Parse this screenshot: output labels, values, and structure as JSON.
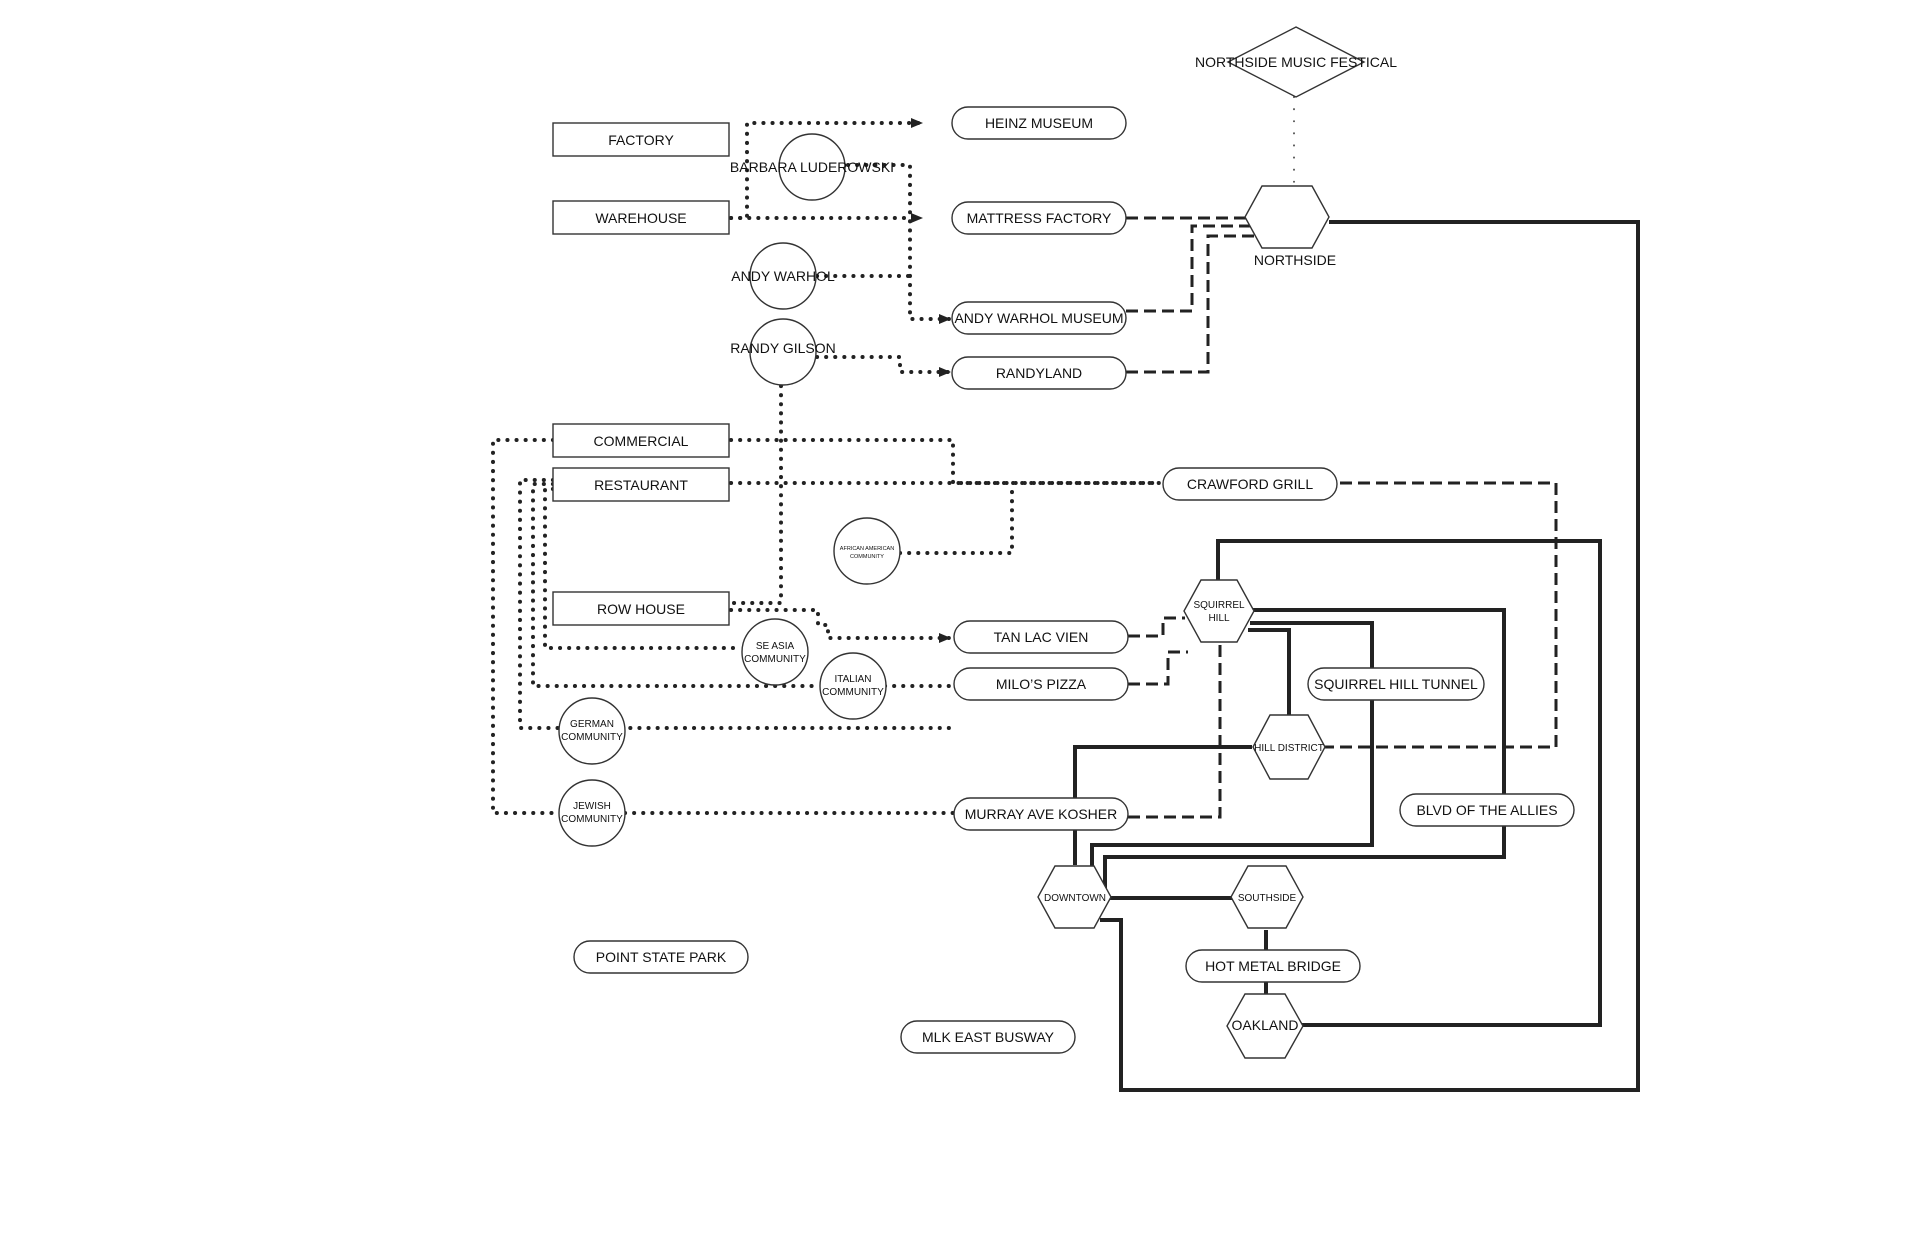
{
  "nodes": {
    "factory": "FACTORY",
    "warehouse": "WAREHOUSE",
    "commercial": "COMMERCIAL",
    "restaurant": "RESTAURANT",
    "row_house": "ROW HOUSE",
    "heinz_museum": "HEINZ MUSEUM",
    "mattress_factory": "MATTRESS FACTORY",
    "andy_warhol_museum": "ANDY WARHOL MUSEUM",
    "randyland": "RANDYLAND",
    "crawford_grill": "CRAWFORD GRILL",
    "tan_lac_vien": "TAN LAC VIEN",
    "milos_pizza": "MILO’S PIZZA",
    "murray_ave_kosher": "MURRAY AVE KOSHER",
    "squirrel_hill_tunnel": "SQUIRREL HILL TUNNEL",
    "blvd_of_the_allies": "BLVD OF THE ALLIES",
    "hot_metal_bridge": "HOT METAL BRIDGE",
    "point_state_park": "POINT STATE PARK",
    "mlk_east_busway": "MLK EAST BUSWAY",
    "northside_music_festival": "NORTHSIDE MUSIC FESTICAL",
    "barbara_luderowski": "BARBARA LUDEROWSKI",
    "andy_warhol": "ANDY WARHOL",
    "randy_gilson": "RANDY GILSON",
    "african_american_community_1": "AFRICAN AMERICAN",
    "african_american_community_2": "COMMUNITY",
    "se_asia_community_1": "SE ASIA",
    "se_asia_community_2": "COMMUNITY",
    "italian_community_1": "ITALIAN",
    "italian_community_2": "COMMUNITY",
    "german_community_1": "GERMAN",
    "german_community_2": "COMMUNITY",
    "jewish_community_1": "JEWISH",
    "jewish_community_2": "COMMUNITY",
    "northside": "NORTHSIDE",
    "squirrel_hill_1": "SQUIRREL",
    "squirrel_hill_2": "HILL",
    "hill_district": "HILL DISTRICT",
    "downtown": "DOWNTOWN",
    "southside": "SOUTHSIDE",
    "oakland": "OAKLAND"
  }
}
